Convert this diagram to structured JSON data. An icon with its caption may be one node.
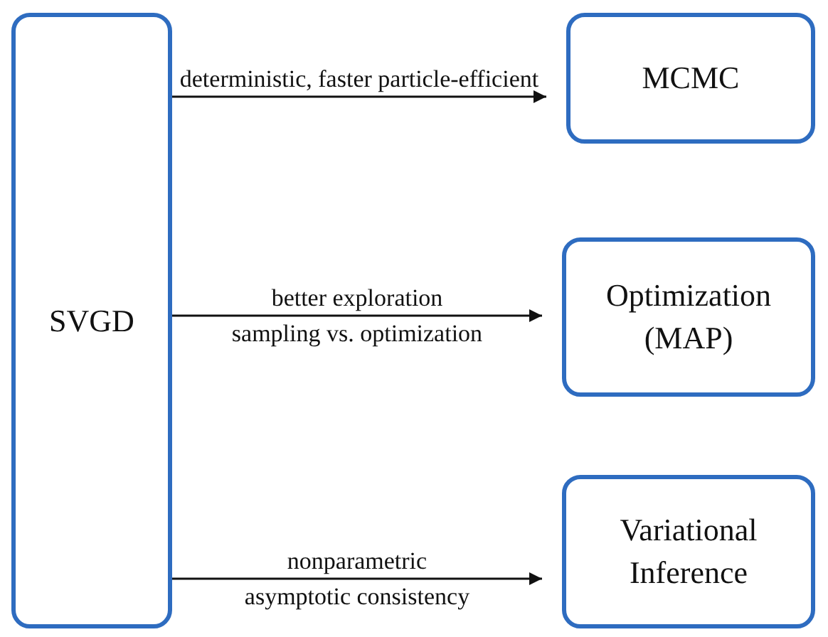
{
  "diagram": {
    "nodes": [
      {
        "text": [
          "SVGD"
        ]
      },
      {
        "text": [
          "MCMC"
        ]
      },
      {
        "text": [
          "Optimization (MAP)"
        ]
      },
      {
        "text": [
          "Variational Inference"
        ]
      }
    ],
    "edges": [
      {
        "from": 0,
        "to": 1,
        "arrow": "to",
        "label": "deterministic, faster particle-efficient"
      },
      {
        "from": 0,
        "to": 2,
        "arrow": "to",
        "label": "better exploration sampling vs. optimization"
      },
      {
        "from": 0,
        "to": 3,
        "arrow": "to",
        "label": "nonparametric asymptotic consistency"
      }
    ]
  }
}
